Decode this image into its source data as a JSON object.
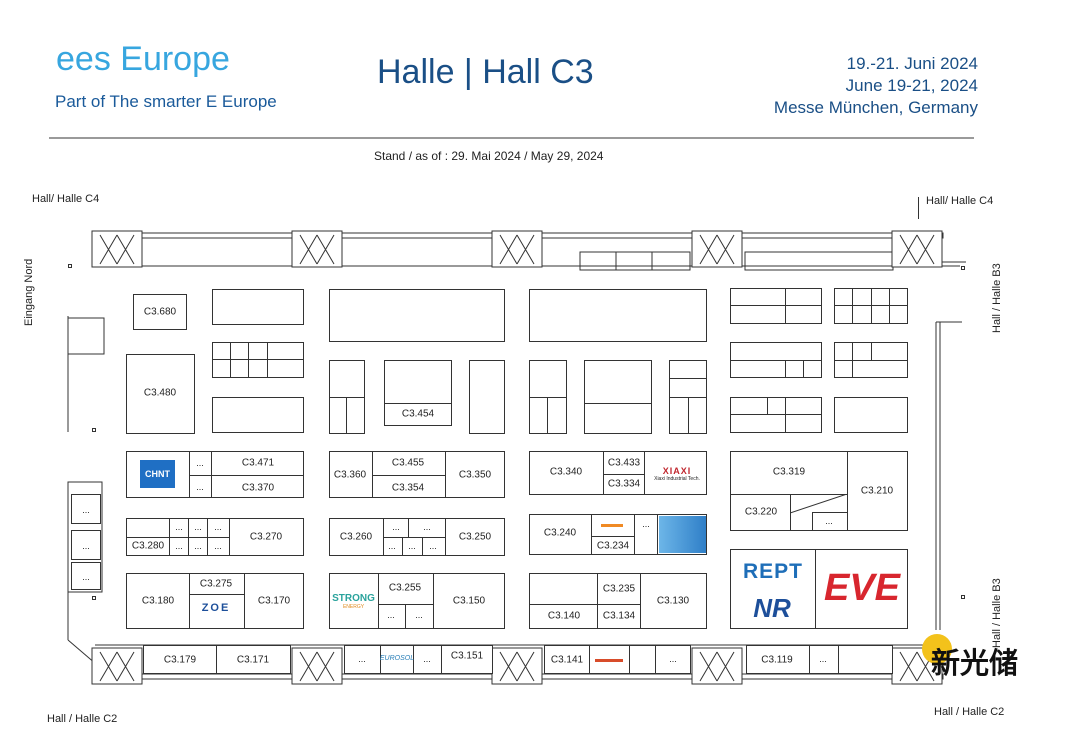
{
  "header": {
    "brand": "ees Europe",
    "subbrand": "Part of The smarter E Europe",
    "hall_title": "Halle | Hall C3",
    "date_de": "19.-21. Juni 2024",
    "date_en": "June 19-21, 2024",
    "venue": "Messe München, Germany",
    "as_of": "Stand / as of : 29. Mai 2024 / May 29, 2024"
  },
  "edges": {
    "top_left": "Hall/ Halle C4",
    "top_right": "Hall/ Halle C4",
    "left": "Eingang Nord",
    "right_top": "Hall / Halle B3",
    "right_bottom": "Hall / Halle B3",
    "bottom_left": "Hall / Halle C2",
    "bottom_right": "Hall / Halle C2"
  },
  "stands": {
    "c3680": "C3.680",
    "c3480": "C3.480",
    "c3454": "C3.454",
    "c3471": "C3.471",
    "c3370": "C3.370",
    "c3360": "C3.360",
    "c3455": "C3.455",
    "c3354": "C3.354",
    "c3350": "C3.350",
    "c3340": "C3.340",
    "c3433": "C3.433",
    "c3334": "C3.334",
    "c3319": "C3.319",
    "c3210": "C3.210",
    "c3220": "C3.220",
    "c3280": "C3.280",
    "c3270": "C3.270",
    "c3260": "C3.260",
    "c3250": "C3.250",
    "c3240": "C3.240",
    "c3234": "C3.234",
    "c3180": "C3.180",
    "c3275": "C3.275",
    "c3170": "C3.170",
    "c3255": "C3.255",
    "c3150": "C3.150",
    "c3235": "C3.235",
    "c3140": "C3.140",
    "c3134": "C3.134",
    "c3130": "C3.130",
    "c3179": "C3.179",
    "c3171": "C3.171",
    "c3151": "C3.151",
    "c3141": "C3.141",
    "c3119": "C3.119"
  },
  "small_stand": "...",
  "logos": {
    "chint": "CHNT",
    "strong": "STRONG",
    "strong_sub": "ENERGY",
    "zoe": "ZOE",
    "rept": "REPT",
    "nr": "NR",
    "eve": "EVE",
    "eurosol": "EUROSOL",
    "xiaxi": "Xiaxi Industrial Tech.",
    "xiaxi_mark": "XIAXI",
    "watermark": "新光储"
  },
  "colors": {
    "brand": "#37a6df",
    "navy": "#1a4f86",
    "chint": "#1f6fc4",
    "rept": "#1e6eb8",
    "eve": "#d8262e",
    "nr": "#1d4f9a",
    "strong": "#2aa39c",
    "watermark_dot": "#f3c21b"
  }
}
